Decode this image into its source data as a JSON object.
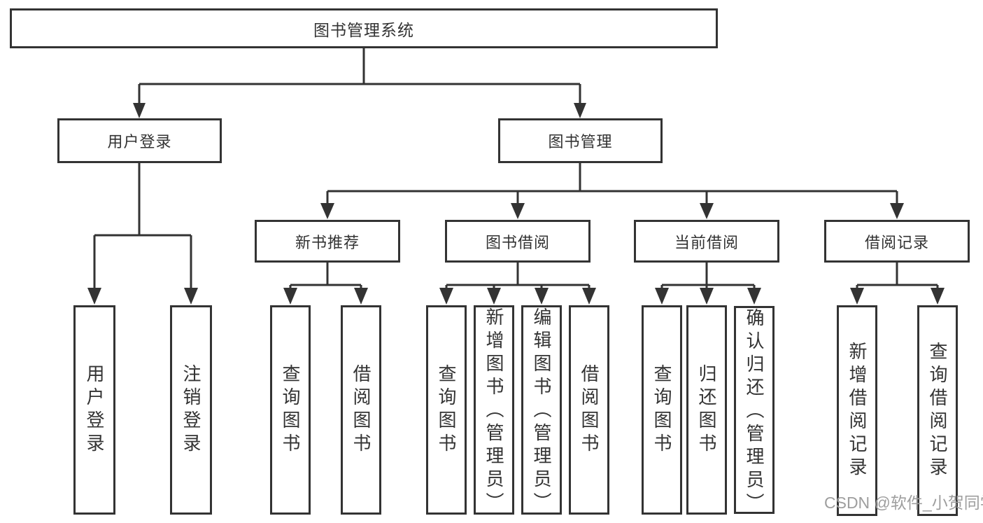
{
  "diagram_type": "hierarchy-tree",
  "colors": {
    "line": "#333333",
    "box_border": "#333333",
    "text": "#333333",
    "background": "#ffffff",
    "watermark": "#9e9e9e"
  },
  "tree": {
    "label": "图书管理系统",
    "children": [
      {
        "label": "用户登录",
        "children": [
          {
            "label": "用户登录"
          },
          {
            "label": "注销登录"
          }
        ]
      },
      {
        "label": "图书管理",
        "children": [
          {
            "label": "新书推荐",
            "children": [
              {
                "label": "查询图书"
              },
              {
                "label": "借阅图书"
              }
            ]
          },
          {
            "label": "图书借阅",
            "children": [
              {
                "label": "查询图书"
              },
              {
                "label": "新增图书（管理员）"
              },
              {
                "label": "编辑图书（管理员）"
              },
              {
                "label": "借阅图书"
              }
            ]
          },
          {
            "label": "当前借阅",
            "children": [
              {
                "label": "查询图书"
              },
              {
                "label": "归还图书"
              },
              {
                "label": "确认归还（管理员）"
              }
            ]
          },
          {
            "label": "借阅记录",
            "children": [
              {
                "label": "新增借阅记录"
              },
              {
                "label": "查询借阅记录"
              }
            ]
          }
        ]
      }
    ]
  },
  "watermark": {
    "text": "CSDN @软件_小贺同学"
  }
}
